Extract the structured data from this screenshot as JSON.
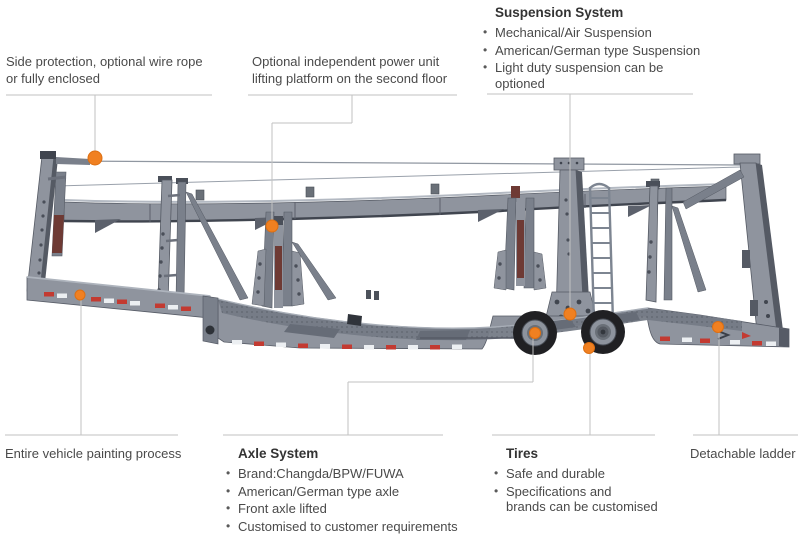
{
  "ui": {
    "bullet": "•"
  },
  "colors": {
    "background": "#ffffff",
    "marker_orange": "#f08021",
    "callout_line": "#c2c2c2",
    "trailer_body": "#8f949e",
    "trailer_dark": "#555a64",
    "reflector_red": "#c33a31",
    "reflector_white": "#eceff2",
    "tire_black": "#202023"
  },
  "illustration": {
    "subject": "car-carrier-trailer-side-view"
  },
  "callouts": {
    "side_protection": {
      "lines": [
        "Side protection, optional wire rope",
        "or fully enclosed"
      ]
    },
    "power_unit": {
      "lines": [
        "Optional independent power unit",
        "lifting platform on the second floor"
      ]
    },
    "suspension": {
      "title": "Suspension System",
      "bullets": [
        [
          "Mechanical/Air Suspension"
        ],
        [
          "American/German type Suspension"
        ],
        [
          "Light duty suspension can be",
          "optioned"
        ]
      ]
    },
    "painting": {
      "label": "Entire vehicle painting process"
    },
    "axle": {
      "title": "Axle System",
      "bullets": [
        [
          "Brand:Changda/BPW/FUWA"
        ],
        [
          "American/German type axle"
        ],
        [
          "Front axle lifted"
        ],
        [
          "Customised to customer requirements"
        ]
      ]
    },
    "tires": {
      "title": "Tires",
      "bullets": [
        [
          "Safe and durable"
        ],
        [
          "Specifications and",
          "brands can be customised"
        ]
      ]
    },
    "ladder": {
      "label": "Detachable ladder"
    }
  }
}
